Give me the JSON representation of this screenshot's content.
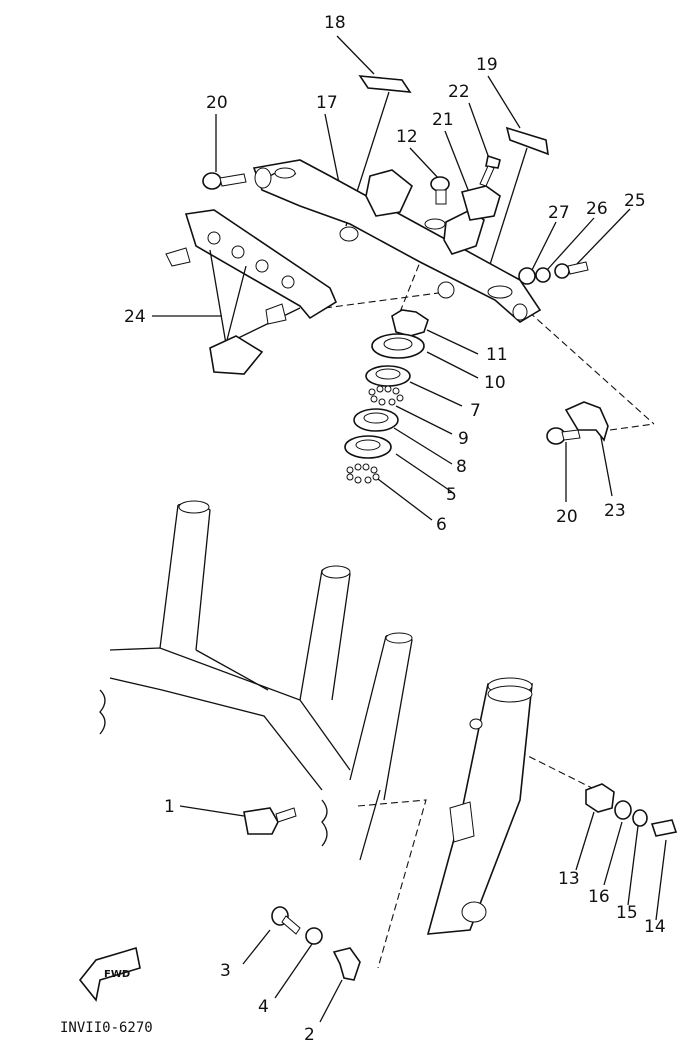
{
  "diagram_code": "INVII0-6270",
  "fwd_label": "FWD",
  "callouts": {
    "c1": "1",
    "c2": "2",
    "c3": "3",
    "c4": "4",
    "c5": "5",
    "c6": "6",
    "c7": "7",
    "c8": "8",
    "c9": "9",
    "c10": "10",
    "c11": "11",
    "c12": "12",
    "c13": "13",
    "c14": "14",
    "c15": "15",
    "c16": "16",
    "c17": "17",
    "c18": "18",
    "c19": "19",
    "c20a": "20",
    "c20b": "20",
    "c21": "21",
    "c22": "22",
    "c23": "23",
    "c24": "24",
    "c25": "25",
    "c26": "26",
    "c27": "27"
  }
}
